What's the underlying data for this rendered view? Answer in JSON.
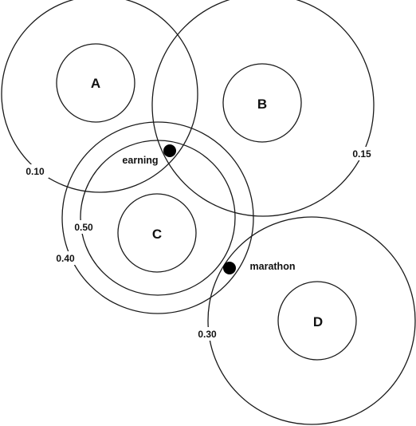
{
  "diagram": {
    "nodes": [
      {
        "id": "A",
        "label": "A"
      },
      {
        "id": "B",
        "label": "B"
      },
      {
        "id": "C",
        "label": "C"
      },
      {
        "id": "D",
        "label": "D"
      }
    ],
    "radii": [
      {
        "node": "A",
        "label": "0.10"
      },
      {
        "node": "B",
        "label": "0.15"
      },
      {
        "node": "C",
        "label": "0.50"
      },
      {
        "node": "C",
        "label": "0.40"
      },
      {
        "node": "D",
        "label": "0.30"
      }
    ],
    "points": [
      {
        "label": "earning"
      },
      {
        "label": "marathon"
      }
    ]
  }
}
